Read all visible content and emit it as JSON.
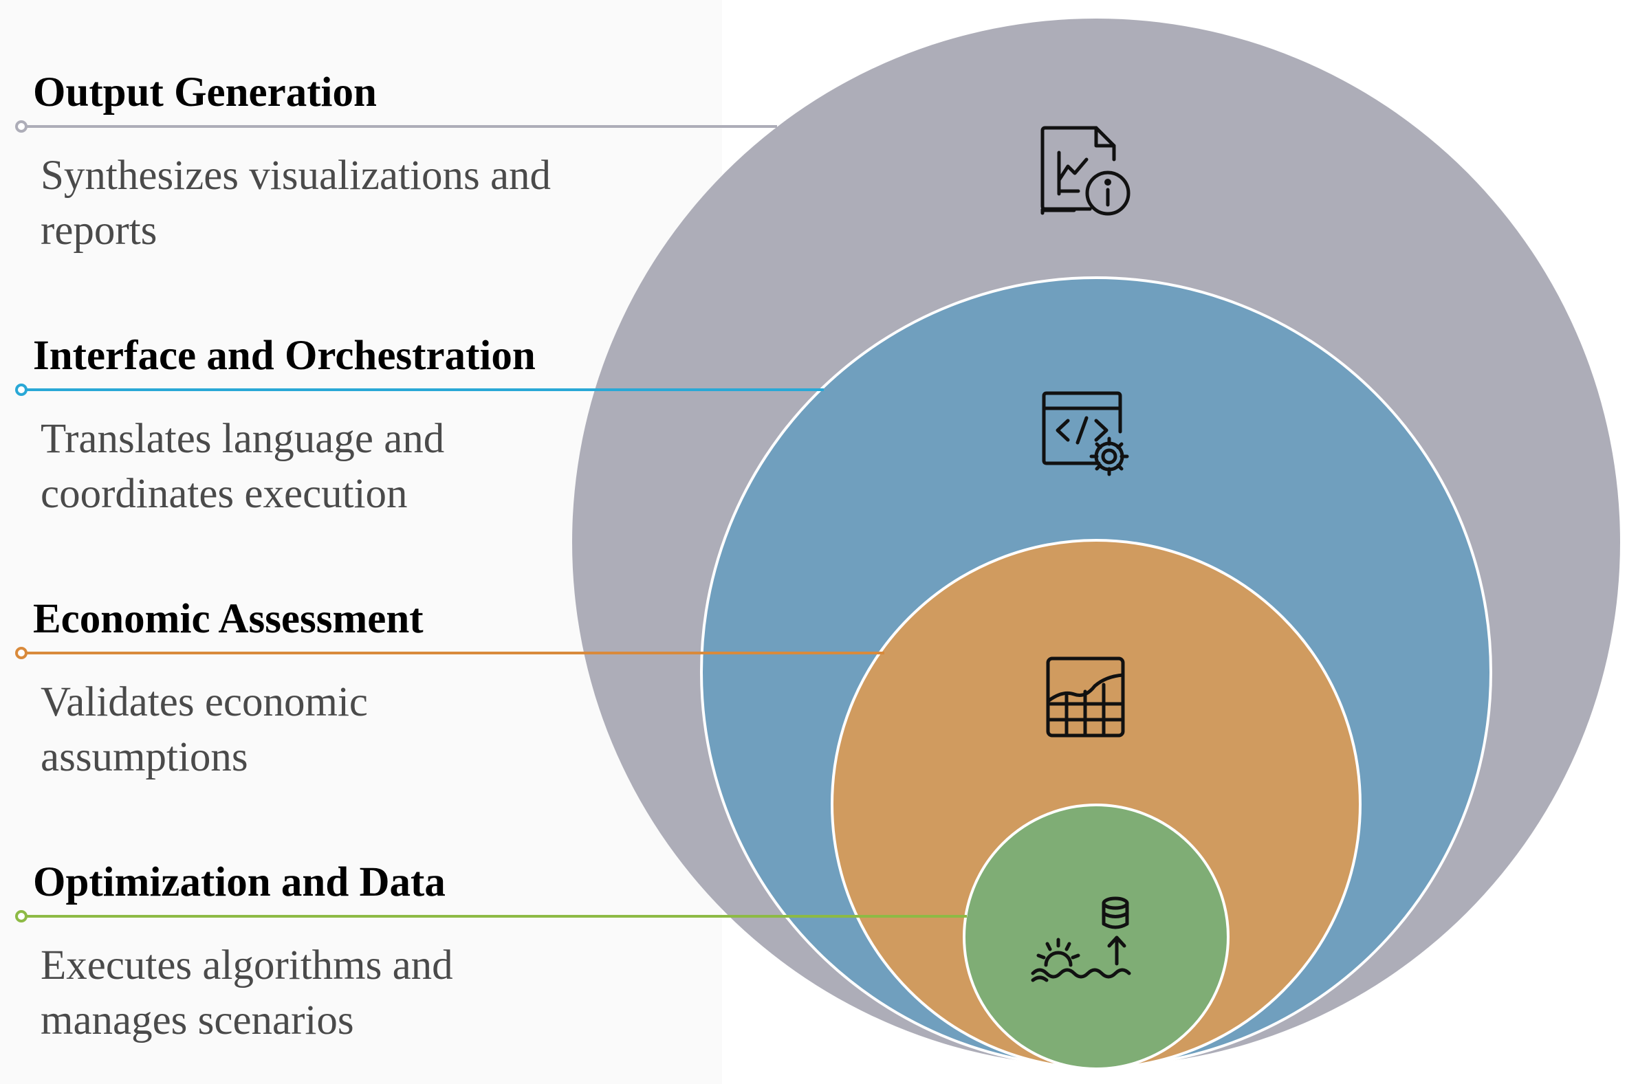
{
  "layers": [
    {
      "id": "output",
      "title": "Output Generation",
      "description": "Synthesizes visualizations and reports",
      "color": "#adadb8",
      "line_color": "#adadb8",
      "icon": "report-info-icon"
    },
    {
      "id": "interface",
      "title": "Interface and Orchestration",
      "description": "Translates language and coordinates execution",
      "color": "#709fbe",
      "line_color": "#29a8d6",
      "icon": "code-settings-icon"
    },
    {
      "id": "economic",
      "title": "Economic Assessment",
      "description": "Validates economic assumptions",
      "color": "#d09b5f",
      "line_color": "#d98a3b",
      "icon": "spreadsheet-chart-icon"
    },
    {
      "id": "optimization",
      "title": "Optimization and Data",
      "description": "Executes algorithms and manages scenarios",
      "color": "#7fad75",
      "line_color": "#8dba45",
      "icon": "database-gear-icon"
    }
  ]
}
